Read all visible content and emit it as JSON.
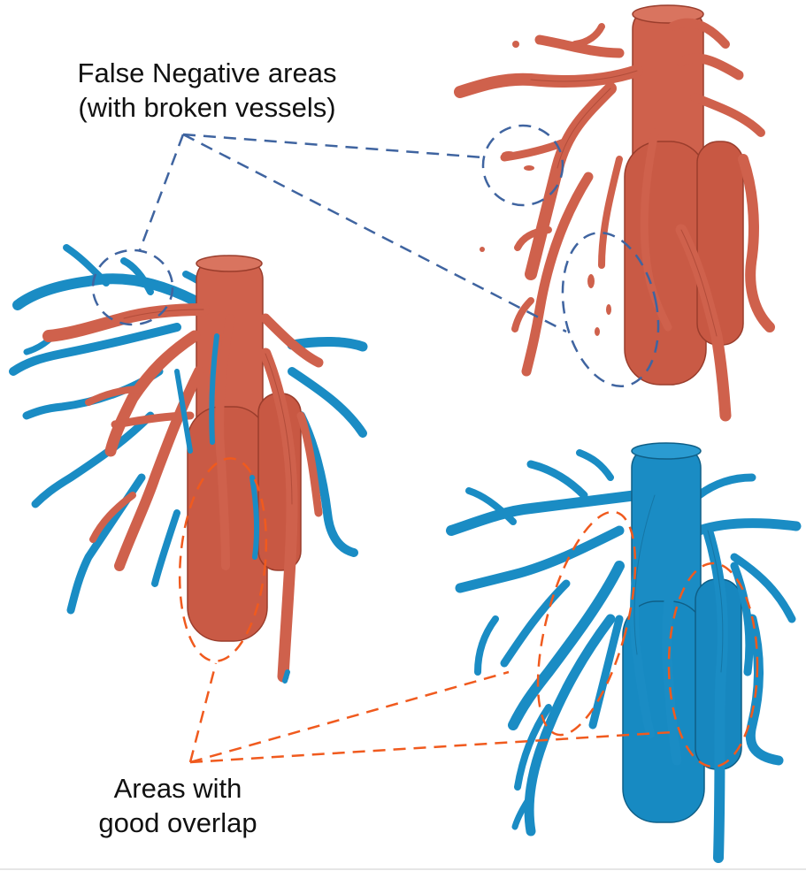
{
  "labels": {
    "false_negative_line1": "False Negative areas",
    "false_negative_line2": "(with broken vessels)",
    "good_overlap_line1": "Areas with",
    "good_overlap_line2": "good overlap"
  },
  "colors": {
    "prediction": "#cf614c",
    "prediction_dark": "#9a3d2c",
    "ground_truth": "#1a8cc4",
    "ground_truth_dark": "#0f5f87",
    "false_negative_callout": "#3f64a0",
    "good_overlap_callout": "#f05a1e"
  },
  "panels": {
    "overlay": "overlay-render",
    "prediction": "prediction-render",
    "ground_truth": "ground-truth-render"
  }
}
